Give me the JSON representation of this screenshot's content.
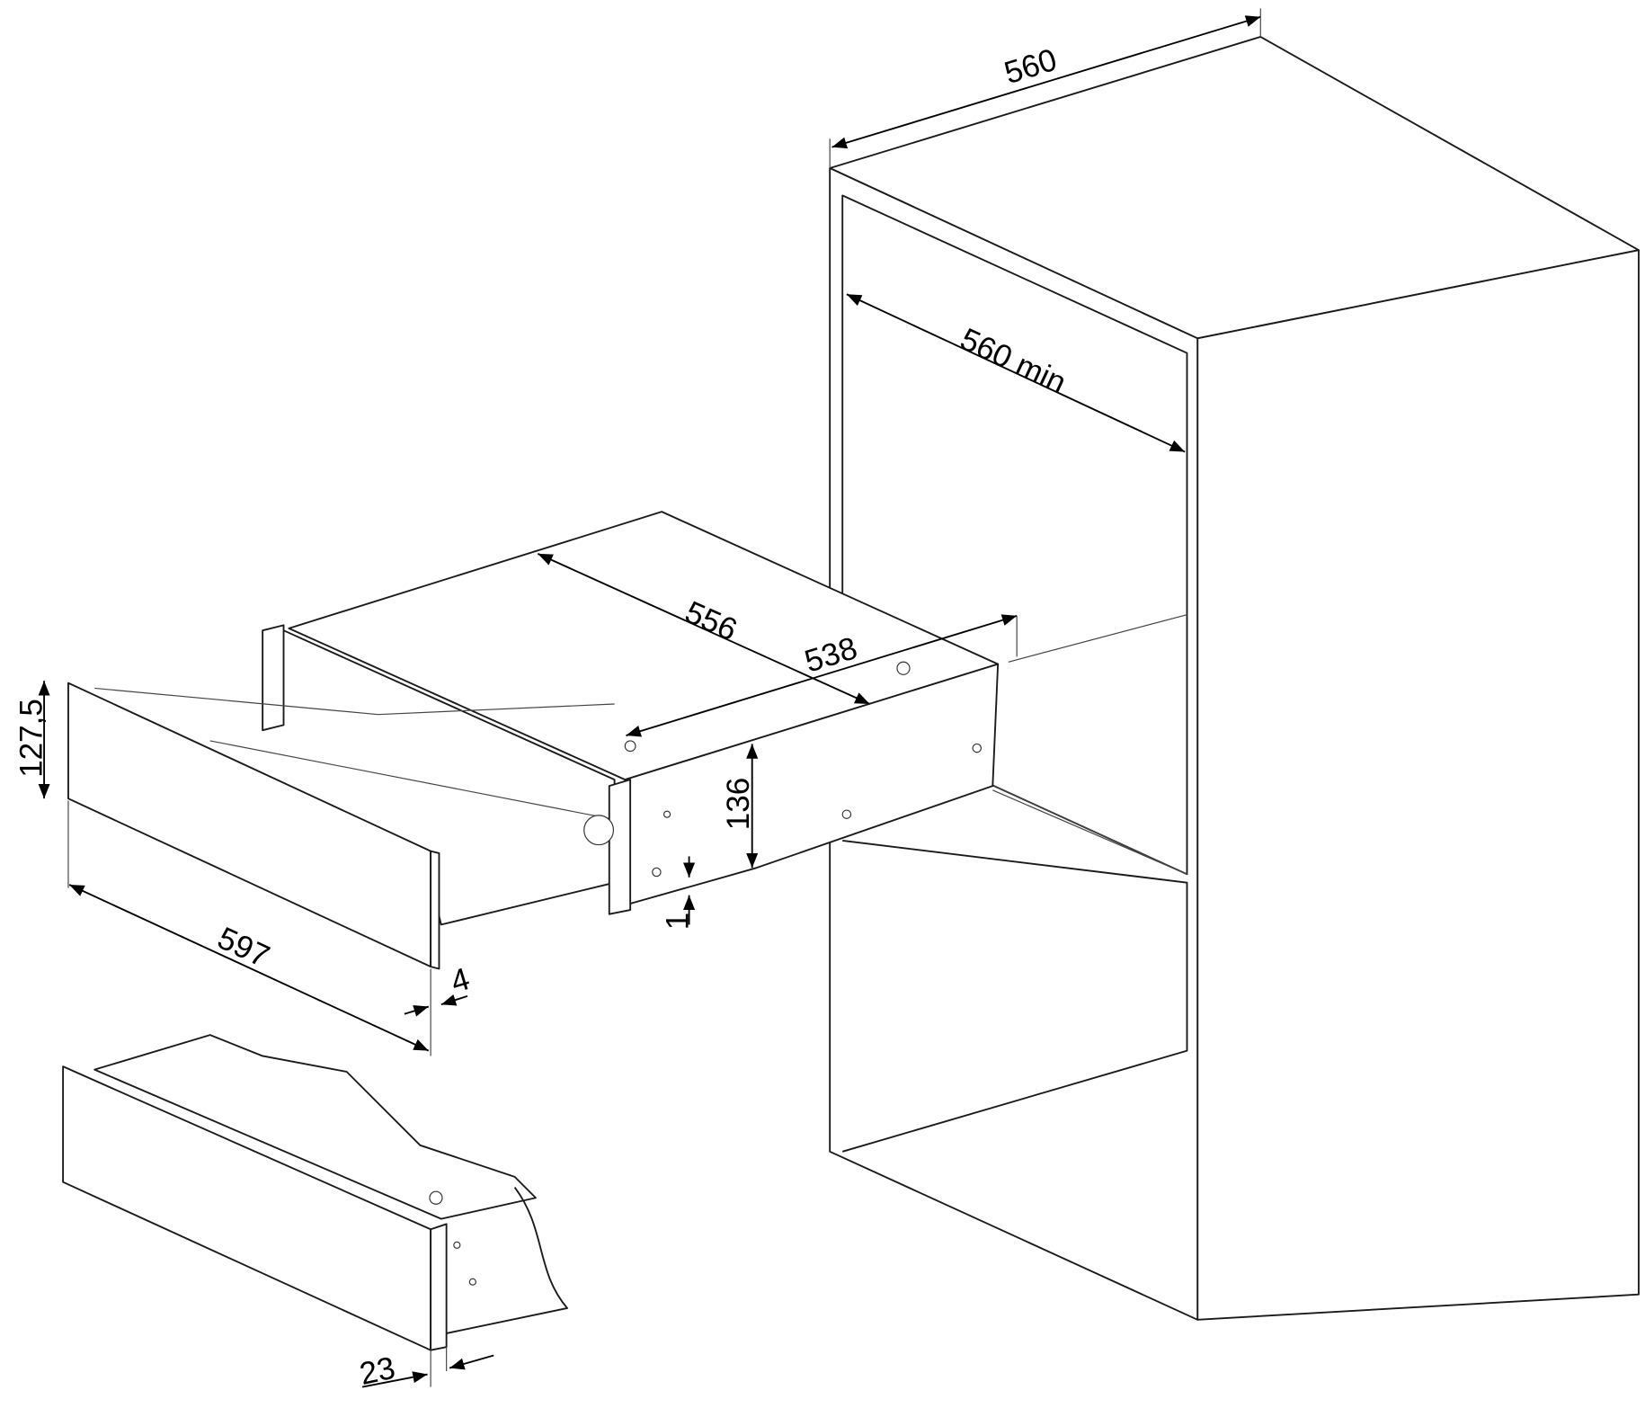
{
  "title": "Warming drawer installation dimensions",
  "dimensions": {
    "cabinet_width": "560",
    "opening_depth": "560 min",
    "drawer_depth": "556",
    "drawer_width": "538",
    "front_height": "127,5",
    "drawer_height": "136",
    "gap": "1",
    "front_width": "597",
    "front_offset": "4",
    "front_thickness": "23"
  }
}
